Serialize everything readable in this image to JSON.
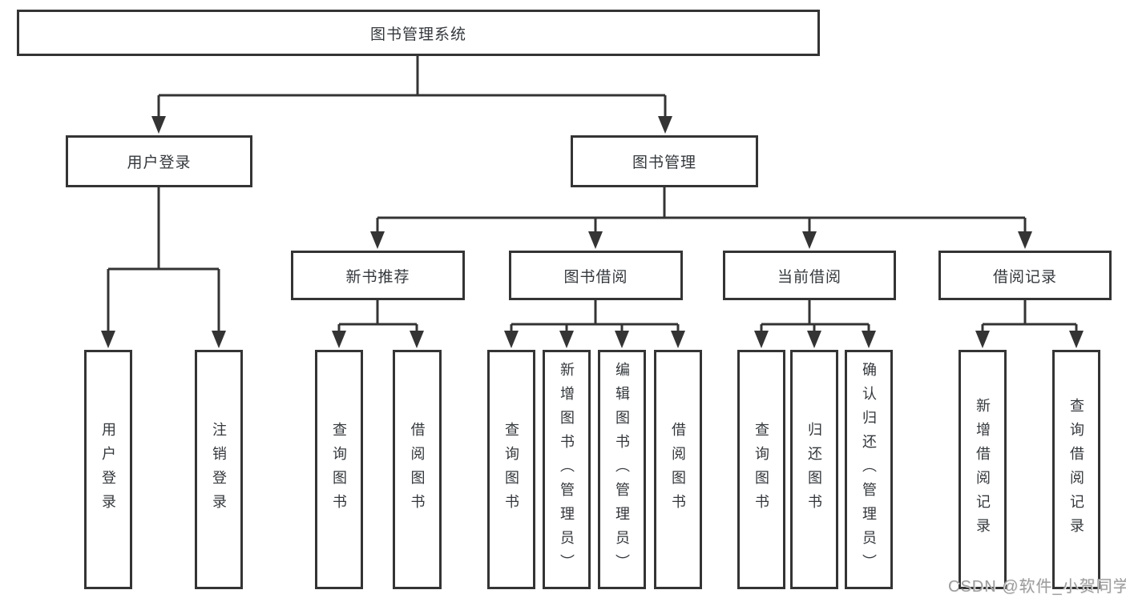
{
  "watermark": "CSDN @软件_小贺同学",
  "colors": {
    "line": "#343434",
    "text": "#34383c",
    "watermark": "#9c9c9c",
    "background": "#ffffff"
  },
  "tree": {
    "root": {
      "label": "图书管理系统"
    },
    "login": {
      "label": "用户登录",
      "children": [
        {
          "label": "用户登录"
        },
        {
          "label": "注销登录"
        }
      ]
    },
    "management": {
      "label": "图书管理",
      "children": [
        {
          "label": "新书推荐",
          "children": [
            {
              "label": "查询图书"
            },
            {
              "label": "借阅图书"
            }
          ]
        },
        {
          "label": "图书借阅",
          "children": [
            {
              "label": "查询图书"
            },
            {
              "label": "新增图书（管理员）"
            },
            {
              "label": "编辑图书（管理员）"
            },
            {
              "label": "借阅图书"
            }
          ]
        },
        {
          "label": "当前借阅",
          "children": [
            {
              "label": "查询图书"
            },
            {
              "label": "归还图书"
            },
            {
              "label": "确认归还（管理员）"
            }
          ]
        },
        {
          "label": "借阅记录",
          "children": [
            {
              "label": "新增借阅记录"
            },
            {
              "label": "查询借阅记录"
            }
          ]
        }
      ]
    }
  }
}
